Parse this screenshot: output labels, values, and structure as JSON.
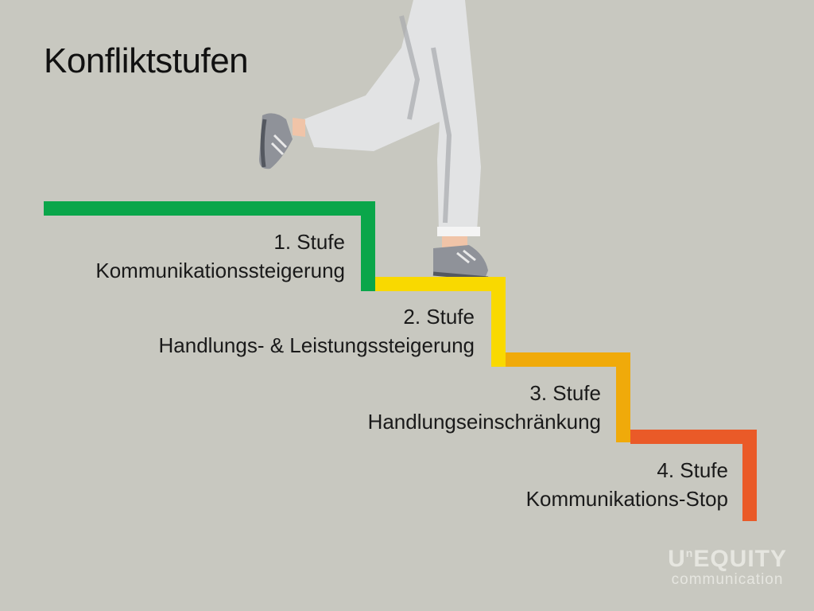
{
  "title": "Konfliktstufen",
  "steps": [
    {
      "name": "1. Stufe",
      "description": "Kommunikationssteigerung",
      "color": "#0aa64a"
    },
    {
      "name": "2. Stufe",
      "description": "Handlungs- & Leistungssteigerung",
      "color": "#f9d900"
    },
    {
      "name": "3. Stufe",
      "description": "Handlungseinschränkung",
      "color": "#f0aa0a"
    },
    {
      "name": "4. Stufe",
      "description": "Kommunikations-Stop",
      "color": "#ea5a28"
    }
  ],
  "logo": {
    "brand_main": "U",
    "brand_sup": "n",
    "brand_rest": "EQUITY",
    "subtitle": "communication"
  }
}
